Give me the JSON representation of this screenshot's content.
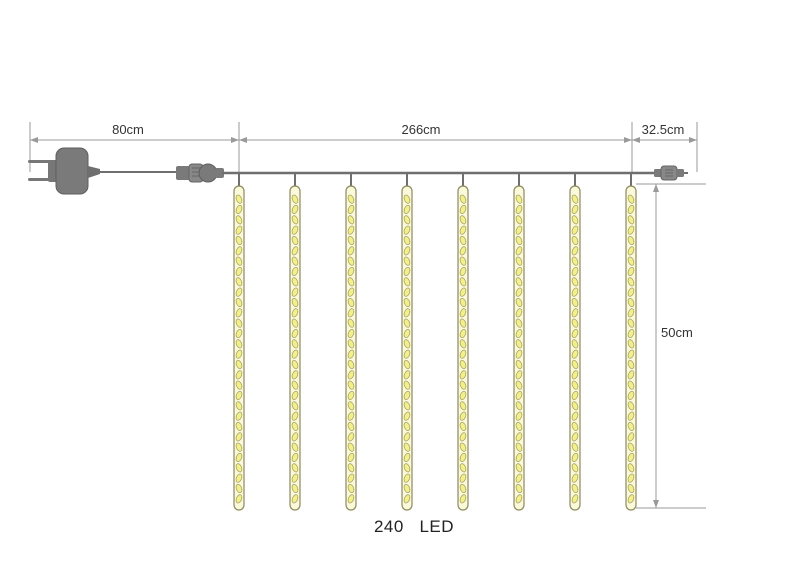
{
  "dimensions": {
    "plug_cable": "80cm",
    "main_line": "266cm",
    "tail_cable": "32.5cm",
    "tube_length": "50cm"
  },
  "caption": "240   LED",
  "tube_count": 8,
  "colors": {
    "wire": "#6f6f6f",
    "plug": "#777777",
    "led": "#f3ef8a",
    "tube_outline": "#8a8a5a",
    "dimension_line": "#9a9a9a"
  }
}
